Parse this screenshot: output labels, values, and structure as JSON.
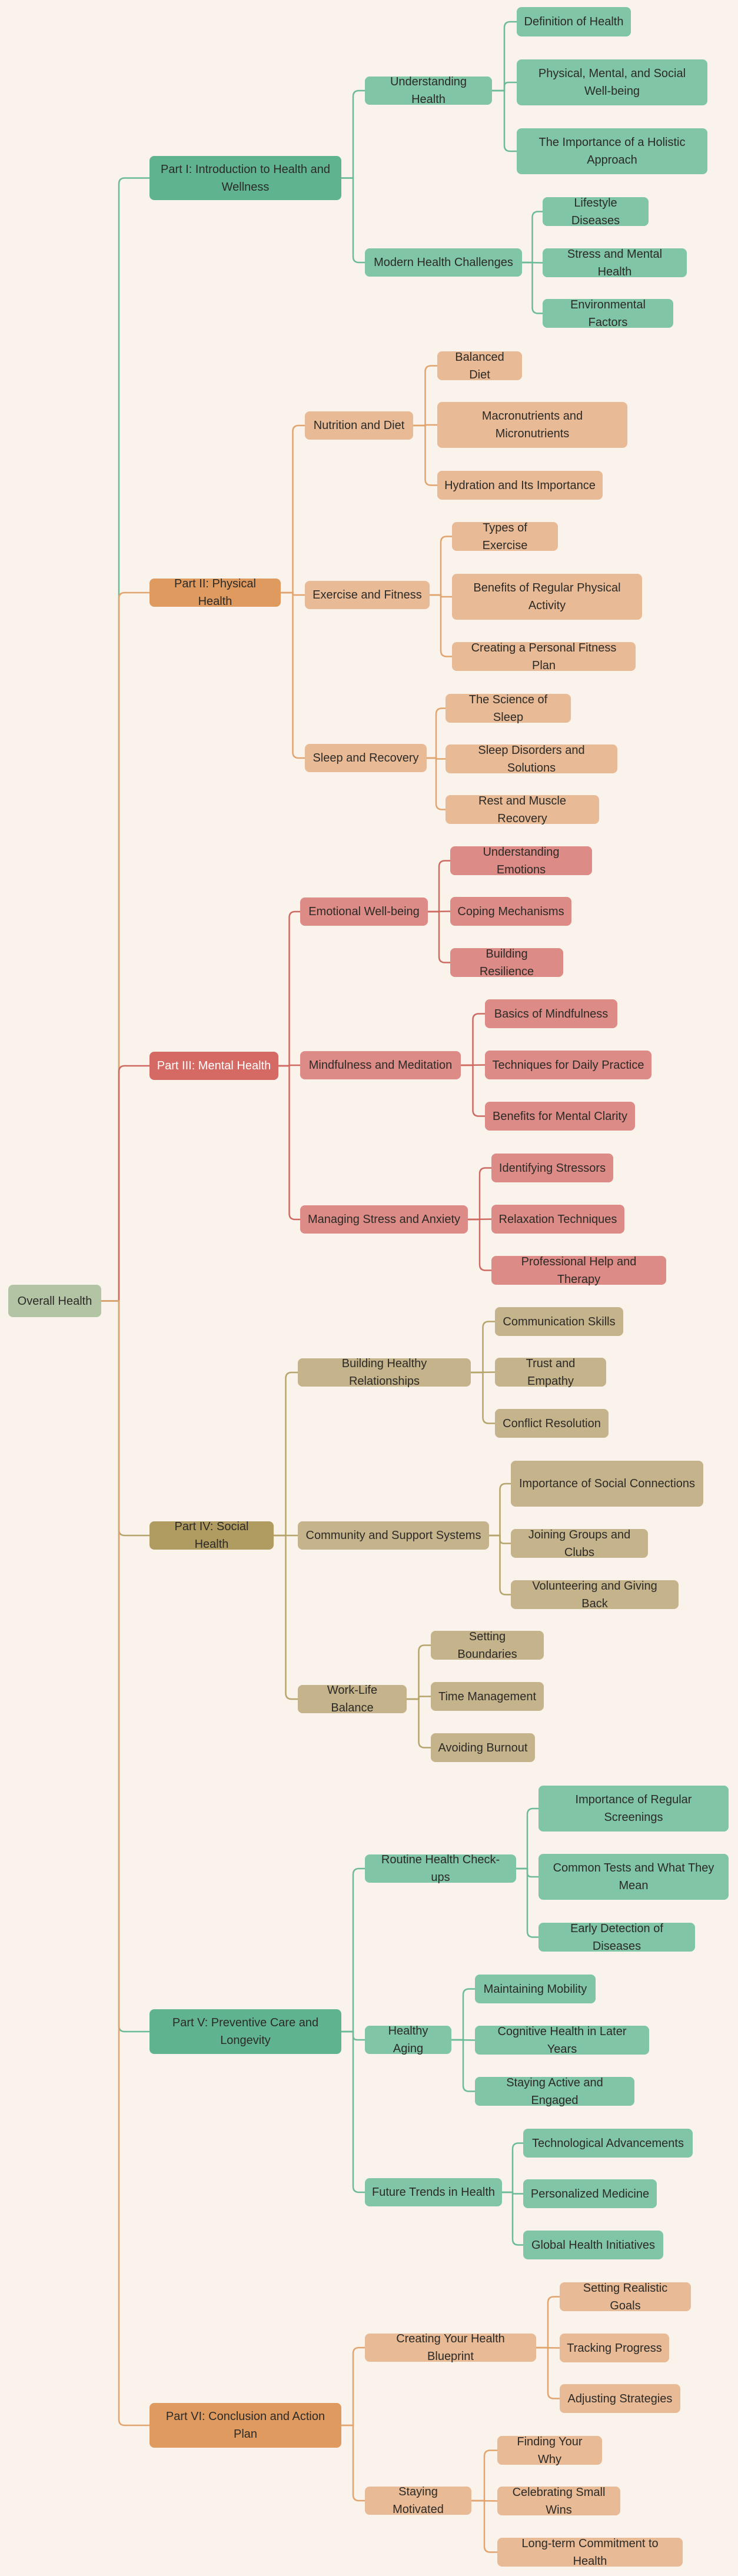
{
  "root": {
    "label": "Overall Health",
    "color": "#b3c4a4"
  },
  "parts": [
    {
      "label": "Part I: Introduction to Health and Wellness",
      "color": "#5fb48f",
      "light": "#80c5a5",
      "edge": "#6cbb98",
      "children": [
        {
          "label": "Understanding Health",
          "children": [
            "Definition of Health",
            "Physical, Mental, and Social Well-being",
            "The Importance of a Holistic Approach"
          ]
        },
        {
          "label": "Modern Health Challenges",
          "children": [
            "Lifestyle Diseases",
            "Stress and Mental Health",
            "Environmental Factors"
          ]
        }
      ]
    },
    {
      "label": "Part II: Physical Health",
      "color": "#df9a5f",
      "light": "#e8ba95",
      "edge": "#e2a46e",
      "children": [
        {
          "label": "Nutrition and Diet",
          "children": [
            "Balanced Diet",
            "Macronutrients and Micronutrients",
            "Hydration and Its Importance"
          ]
        },
        {
          "label": "Exercise and Fitness",
          "children": [
            "Types of Exercise",
            "Benefits of Regular Physical Activity",
            "Creating a Personal Fitness Plan"
          ]
        },
        {
          "label": "Sleep and Recovery",
          "children": [
            "The Science of Sleep",
            "Sleep Disorders and Solutions",
            "Rest and Muscle Recovery"
          ]
        }
      ]
    },
    {
      "label": "Part III: Mental Health",
      "color": "#d46a63",
      "light": "#dc8b86",
      "edge": "#cf6a63",
      "children": [
        {
          "label": "Emotional Well-being",
          "children": [
            "Understanding Emotions",
            "Coping Mechanisms",
            "Building Resilience"
          ]
        },
        {
          "label": "Mindfulness and Meditation",
          "children": [
            "Basics of Mindfulness",
            "Techniques for Daily Practice",
            "Benefits for Mental Clarity"
          ]
        },
        {
          "label": "Managing Stress and Anxiety",
          "children": [
            "Identifying Stressors",
            "Relaxation Techniques",
            "Professional Help and Therapy"
          ]
        }
      ]
    },
    {
      "label": "Part IV: Social Health",
      "color": "#b09c61",
      "light": "#c5b48b",
      "edge": "#b5a46b",
      "children": [
        {
          "label": "Building Healthy Relationships",
          "children": [
            "Communication Skills",
            "Trust and Empathy",
            "Conflict Resolution"
          ]
        },
        {
          "label": "Community and Support Systems",
          "children": [
            "Importance of Social Connections",
            "Joining Groups and Clubs",
            "Volunteering and Giving Back"
          ]
        },
        {
          "label": "Work-Life Balance",
          "children": [
            "Setting Boundaries",
            "Time Management",
            "Avoiding Burnout"
          ]
        }
      ]
    },
    {
      "label": "Part V: Preventive Care and Longevity",
      "color": "#5fb48f",
      "light": "#80c5a5",
      "edge": "#6cbb98",
      "children": [
        {
          "label": "Routine Health Check-ups",
          "children": [
            "Importance of Regular Screenings",
            "Common Tests and What They Mean",
            "Early Detection of Diseases"
          ]
        },
        {
          "label": "Healthy Aging",
          "children": [
            "Maintaining Mobility",
            "Cognitive Health in Later Years",
            "Staying Active and Engaged"
          ]
        },
        {
          "label": "Future Trends in Health",
          "children": [
            "Technological Advancements",
            "Personalized Medicine",
            "Global Health Initiatives"
          ]
        }
      ]
    },
    {
      "label": "Part VI: Conclusion and Action Plan",
      "color": "#df9a5f",
      "light": "#e8ba95",
      "edge": "#e2a46e",
      "children": [
        {
          "label": "Creating Your Health Blueprint",
          "children": [
            "Setting Realistic Goals",
            "Tracking Progress",
            "Adjusting Strategies"
          ]
        },
        {
          "label": "Staying Motivated",
          "children": [
            "Finding Your Why",
            "Celebrating Small Wins",
            "Long-term Commitment to Health"
          ]
        }
      ]
    }
  ]
}
